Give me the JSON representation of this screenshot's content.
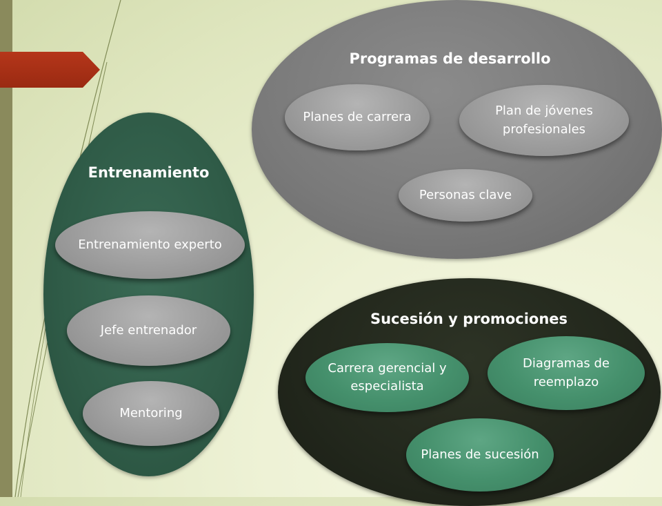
{
  "colors": {
    "accent": "#b5361a",
    "entrenamiento_fill": "#2f5b47",
    "programas_fill": "#7a7a7a",
    "sucesion_fill": "#22271c",
    "node_gray": "#9d9d9d",
    "node_green": "#45906c"
  },
  "groups": {
    "entrenamiento": {
      "title": "Entrenamiento",
      "nodes": [
        "Entrenamiento experto",
        "Jefe entrenador",
        "Mentoring"
      ]
    },
    "programas": {
      "title": "Programas de desarrollo",
      "nodes": [
        "Planes de carrera",
        "Plan de jóvenes profesionales",
        "Personas clave"
      ]
    },
    "sucesion": {
      "title": "Sucesión y promociones",
      "nodes": [
        "Carrera gerencial y especialista",
        "Diagramas de reemplazo",
        "Planes de sucesión"
      ]
    }
  }
}
